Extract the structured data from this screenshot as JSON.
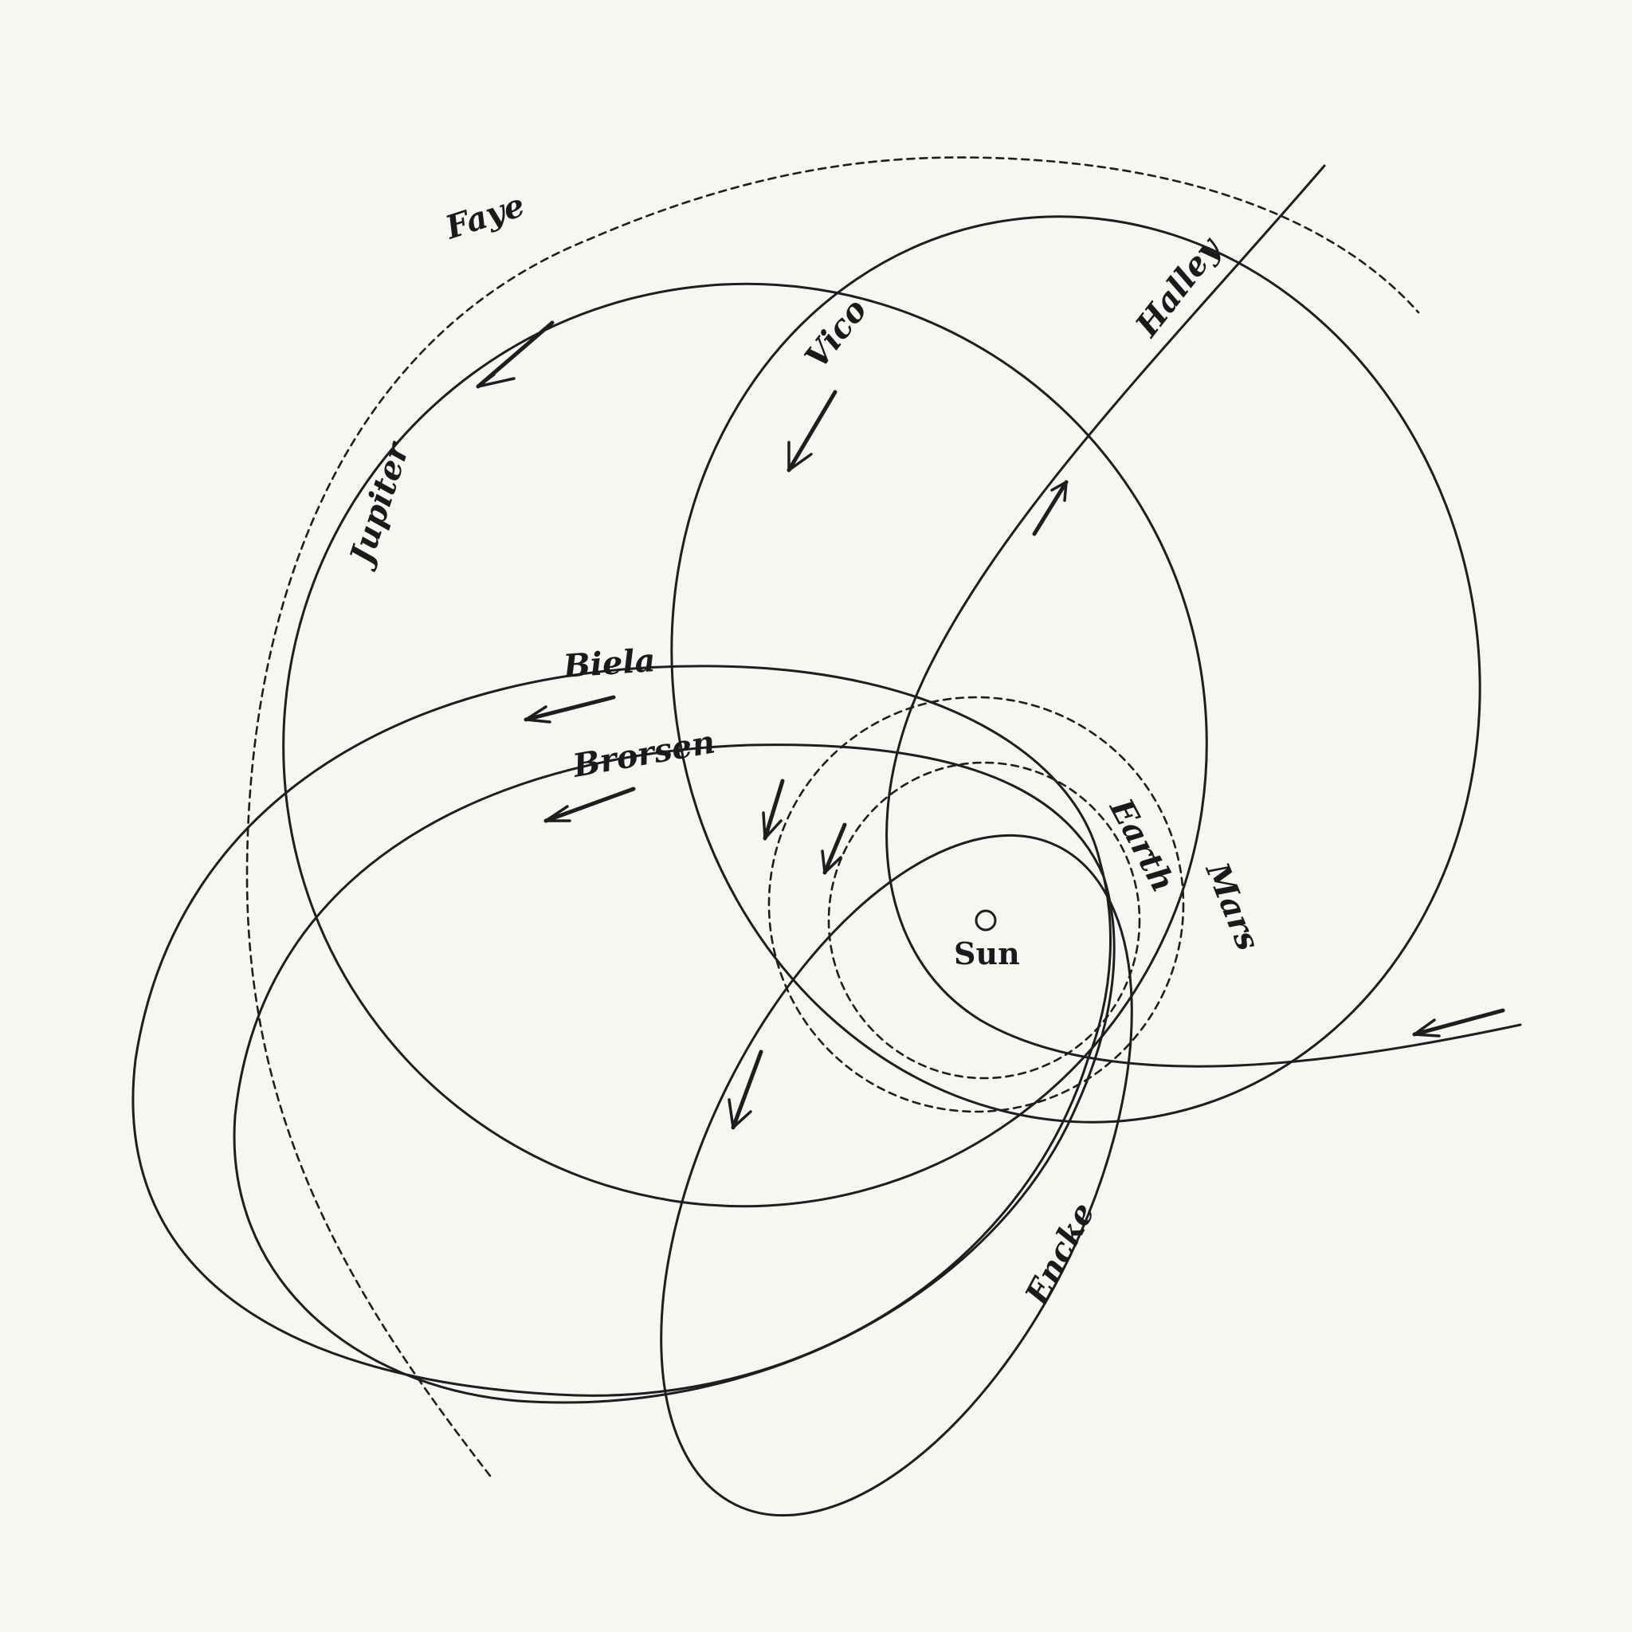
{
  "labels": {
    "faye": "Faye",
    "jupiter": "Jupiter",
    "vico": "Vico",
    "halley": "Halley",
    "biela": "Biela",
    "brorsen": "Brorsen",
    "earth": "Earth",
    "mars": "Mars",
    "sun": "Sun",
    "encke": "Encke"
  },
  "colors": {
    "ink": "#1e1e1e",
    "paper": "#f7f6f3"
  }
}
